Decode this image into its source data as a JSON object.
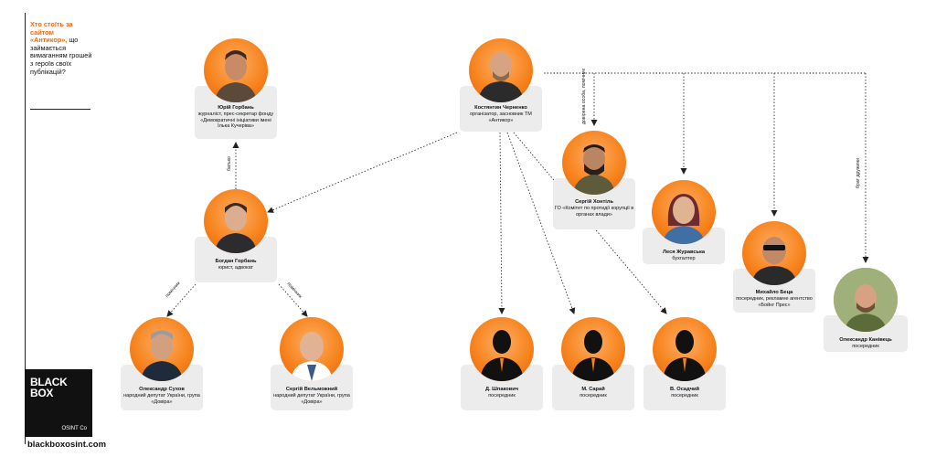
{
  "header": {
    "question_highlight": "Хто стоїть за сайтом «Антикор»,",
    "question_rest": "що займається вимаганням грошей з героїв своїх публікацій?"
  },
  "logo": {
    "line1": "BLACK",
    "line2": "BOX",
    "tag": "OSINT Co"
  },
  "website": "blackboxosint.com",
  "nodes": {
    "horban_yu": {
      "name": "Юрій Горбань",
      "role": "журналіст, прес-секретар фонду «Демократичні ініціативи імені Ілька Кучеріва»"
    },
    "chernenko": {
      "name": "Костянтин Черненко",
      "role": "організатор, засновник ТМ «Антикор»"
    },
    "horban_b": {
      "name": "Богдан Горбань",
      "role": "юрист, адвокат"
    },
    "khontil": {
      "name": "Сергій Хонтіль",
      "role": "ГО «Комітет по протидії корупції в органах влади»"
    },
    "zhuravska": {
      "name": "Леся Журавська",
      "role": "бухгалтер"
    },
    "betsa": {
      "name": "Михайло Беца",
      "role": "посередник, рекламне агентство «Бойнг Прес»"
    },
    "kanivets": {
      "name": "Олександр Канівець",
      "role": "посередник"
    },
    "sukhov": {
      "name": "Олександр Сухов",
      "role": "народний депутат України, група «Довіра»"
    },
    "velmozhnyi": {
      "name": "Сергій Вельможний",
      "role": "народний депутат України, група «Довіра»"
    },
    "shpakovych": {
      "name": "Д. Шпакович",
      "role": "посередник"
    },
    "sarai": {
      "name": "М. Сарай",
      "role": "посередник"
    },
    "osadchyi": {
      "name": "В. Осадчий",
      "role": "посередник"
    }
  },
  "edge_labels": {
    "father": "батько",
    "helper_left": "помічник",
    "helper_right": "помічник",
    "trusted": "довірена особа, помічник",
    "friend": "брат дружини"
  },
  "colors": {
    "accent": "#f26a12",
    "card": "#ececec",
    "logo_bg": "#111111"
  },
  "icons": {
    "photo": "person-photo-icon",
    "silhouette": "person-silhouette-icon"
  }
}
